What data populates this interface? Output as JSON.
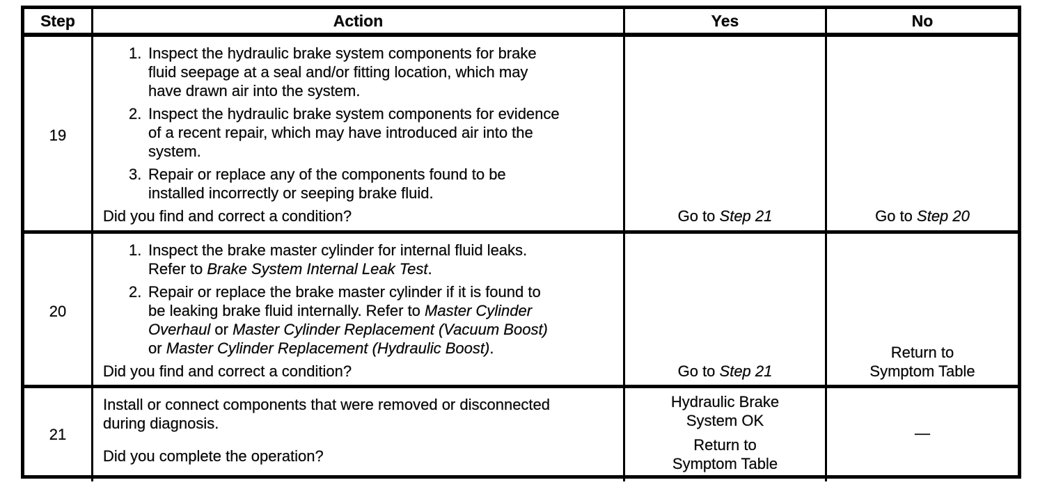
{
  "doc": {
    "columns": {
      "step": "Step",
      "action": "Action",
      "yes": "Yes",
      "no": "No"
    },
    "row19": {
      "step": "19",
      "item1_number": "1.",
      "item1_text": "Inspect the hydraulic brake system components for brake\nfluid seepage at a seal and/or fitting location, which may\nhave drawn air into the system.",
      "item2_number": "2.",
      "item2_text": "Inspect the hydraulic brake system components for evidence\nof a recent repair, which may have introduced air into the\nsystem.",
      "item3_number": "3.",
      "item3_text": "Repair or replace any of the components found to be\ninstalled incorrectly or seeping brake fluid.",
      "question": "Did you find and correct a condition?",
      "yes_pre": "Go to ",
      "yes_step": "Step 21",
      "no_pre": "Go to ",
      "no_step": "Step 20"
    },
    "row20": {
      "step": "20",
      "item1_number": "1.",
      "item1_pre": "Inspect the brake master cylinder for internal fluid leaks.\nRefer to ",
      "item1_ref": "Brake System Internal Leak Test",
      "item1_post": ".",
      "item2_number": "2.",
      "item2_pre": "Repair or replace the brake master cylinder if it is found to\nbe leaking brake fluid internally. Refer to ",
      "item2_ref1": "Master Cylinder\nOverhaul",
      "item2_mid1": " or ",
      "item2_ref2": "Master Cylinder Replacement (Vacuum Boost)",
      "item2_mid2": "\nor ",
      "item2_ref3": "Master Cylinder Replacement (Hydraulic Boost)",
      "item2_post": ".",
      "question": "Did you find and correct a condition?",
      "yes_pre": "Go to ",
      "yes_step": "Step 21",
      "no_text": "Return to\nSymptom Table"
    },
    "row21": {
      "step": "21",
      "text": "Install or connect components that were removed or disconnected\nduring diagnosis.",
      "question": "Did you complete the operation?",
      "yes_text1": "Hydraulic Brake\nSystem OK",
      "yes_text2": "Return to\nSymptom Table",
      "no_dash": "—"
    }
  }
}
